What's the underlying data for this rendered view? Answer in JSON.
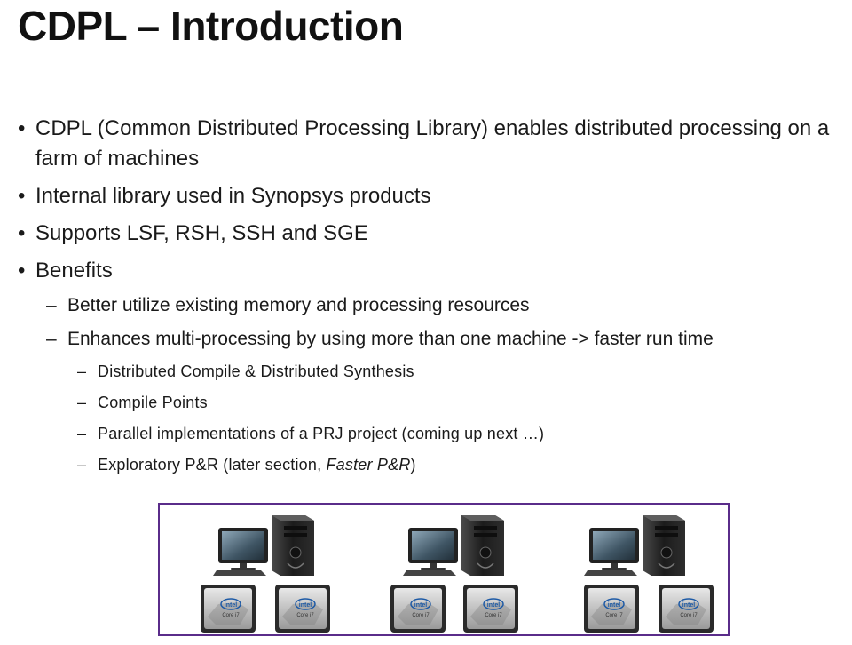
{
  "slide": {
    "title": "CDPL – Introduction",
    "bullets": [
      {
        "text": "CDPL (Common Distributed Processing Library) enables distributed processing on a farm of machines"
      },
      {
        "text": "Internal library used in Synopsys products"
      },
      {
        "text": "Supports LSF, RSH, SSH and SGE"
      },
      {
        "text": "Benefits"
      }
    ],
    "benefits": [
      "Better utilize existing memory and processing resources",
      "Enhances multi-processing by using more than one machine -> faster run time"
    ],
    "sub_items": [
      "Distributed Compile & Distributed Synthesis",
      "Compile Points",
      "Parallel implementations of a PRJ project (coming up next …)"
    ],
    "last_item": {
      "prefix": "Exploratory P&R (later section, ",
      "italic": "Faster P&R",
      "suffix": ")"
    }
  },
  "figure": {
    "machine_icon": "desktop-computer-icon",
    "chip_icon": "intel-core-i7-chip-icon",
    "chip_brand": "intel",
    "chip_model": "Core i7",
    "border_color": "#5a2c8a",
    "machines": 3,
    "chips_per_machine": 2
  }
}
